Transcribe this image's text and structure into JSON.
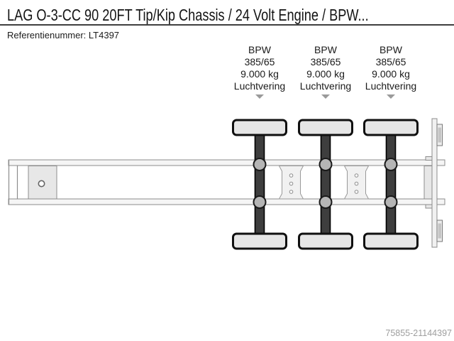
{
  "header": {
    "title": "LAG O-3-CC 90 20FT Tip/Kip Chassis / 24 Volt Engine / BPW...",
    "reference_label": "Referentienummer:",
    "reference_value": "LT4397"
  },
  "diagram": {
    "description": "Top view technical drawing of 3-axle container chassis",
    "axles": [
      {
        "brand": "BPW",
        "tire_size": "385/65",
        "load_capacity": "9.000 kg",
        "suspension": "Luchtvering"
      },
      {
        "brand": "BPW",
        "tire_size": "385/65",
        "load_capacity": "9.000 kg",
        "suspension": "Luchtvering"
      },
      {
        "brand": "BPW",
        "tire_size": "385/65",
        "load_capacity": "9.000 kg",
        "suspension": "Luchtvering"
      }
    ]
  },
  "footer": {
    "image_id": "75855-21144397"
  },
  "colors": {
    "divider": "#3f3f3f",
    "outline_gray": "#8c8c8c",
    "axle_dark": "#3e3e3e",
    "wheel_fill": "#e6e6e6",
    "airbag_fill": "#b5b5b5",
    "arrow_gray": "#9a9a9a",
    "watermark_gray": "#9e9e9e"
  }
}
